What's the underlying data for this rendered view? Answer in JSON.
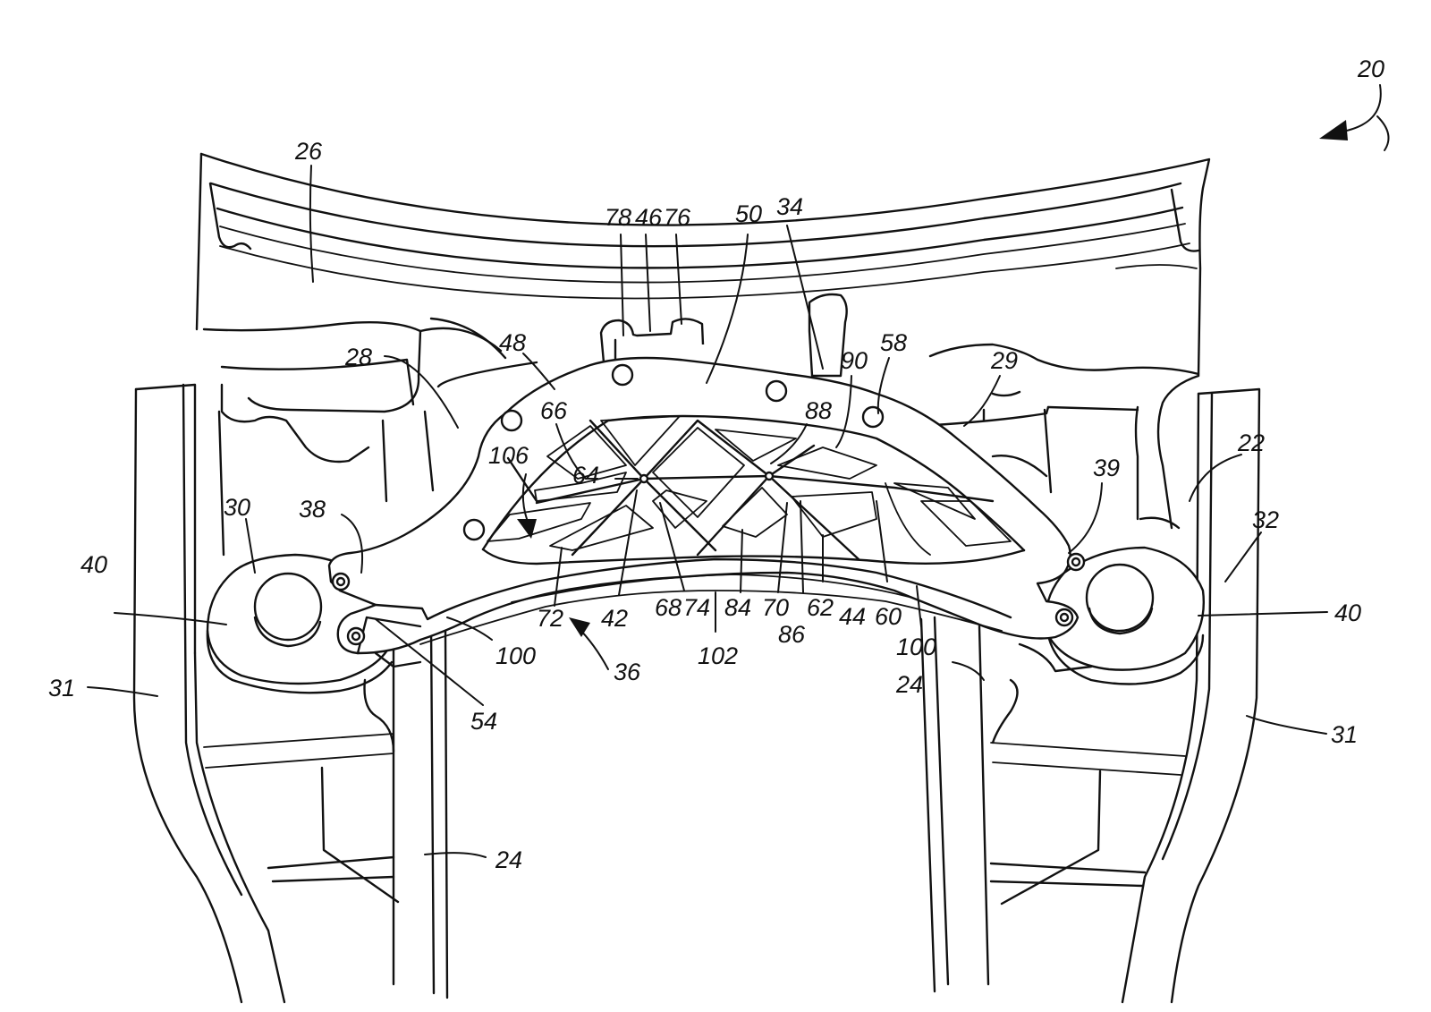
{
  "figure": {
    "reference_numerals": [
      {
        "id": "n20",
        "text": "20"
      },
      {
        "id": "n26",
        "text": "26"
      },
      {
        "id": "n78",
        "text": "78"
      },
      {
        "id": "n46",
        "text": "46"
      },
      {
        "id": "n76",
        "text": "76"
      },
      {
        "id": "n50",
        "text": "50"
      },
      {
        "id": "n34",
        "text": "34"
      },
      {
        "id": "n58",
        "text": "58"
      },
      {
        "id": "n90",
        "text": "90"
      },
      {
        "id": "n29",
        "text": "29"
      },
      {
        "id": "n48",
        "text": "48"
      },
      {
        "id": "n28",
        "text": "28"
      },
      {
        "id": "n88",
        "text": "88"
      },
      {
        "id": "n66",
        "text": "66"
      },
      {
        "id": "n64",
        "text": "64"
      },
      {
        "id": "n106",
        "text": "106"
      },
      {
        "id": "n39",
        "text": "39"
      },
      {
        "id": "n22",
        "text": "22"
      },
      {
        "id": "n32",
        "text": "32"
      },
      {
        "id": "n30",
        "text": "30"
      },
      {
        "id": "n38",
        "text": "38"
      },
      {
        "id": "n40a",
        "text": "40"
      },
      {
        "id": "n40b",
        "text": "40"
      },
      {
        "id": "n31a",
        "text": "31"
      },
      {
        "id": "n31b",
        "text": "31"
      },
      {
        "id": "n72",
        "text": "72"
      },
      {
        "id": "n42",
        "text": "42"
      },
      {
        "id": "n68",
        "text": "68"
      },
      {
        "id": "n74",
        "text": "74"
      },
      {
        "id": "n84",
        "text": "84"
      },
      {
        "id": "n70",
        "text": "70"
      },
      {
        "id": "n86",
        "text": "86"
      },
      {
        "id": "n62",
        "text": "62"
      },
      {
        "id": "n44",
        "text": "44"
      },
      {
        "id": "n60",
        "text": "60"
      },
      {
        "id": "n100a",
        "text": "100"
      },
      {
        "id": "n100b",
        "text": "100"
      },
      {
        "id": "n102",
        "text": "102"
      },
      {
        "id": "n36",
        "text": "36"
      },
      {
        "id": "n54",
        "text": "54"
      },
      {
        "id": "n24a",
        "text": "24"
      },
      {
        "id": "n24b",
        "text": "24"
      }
    ]
  }
}
